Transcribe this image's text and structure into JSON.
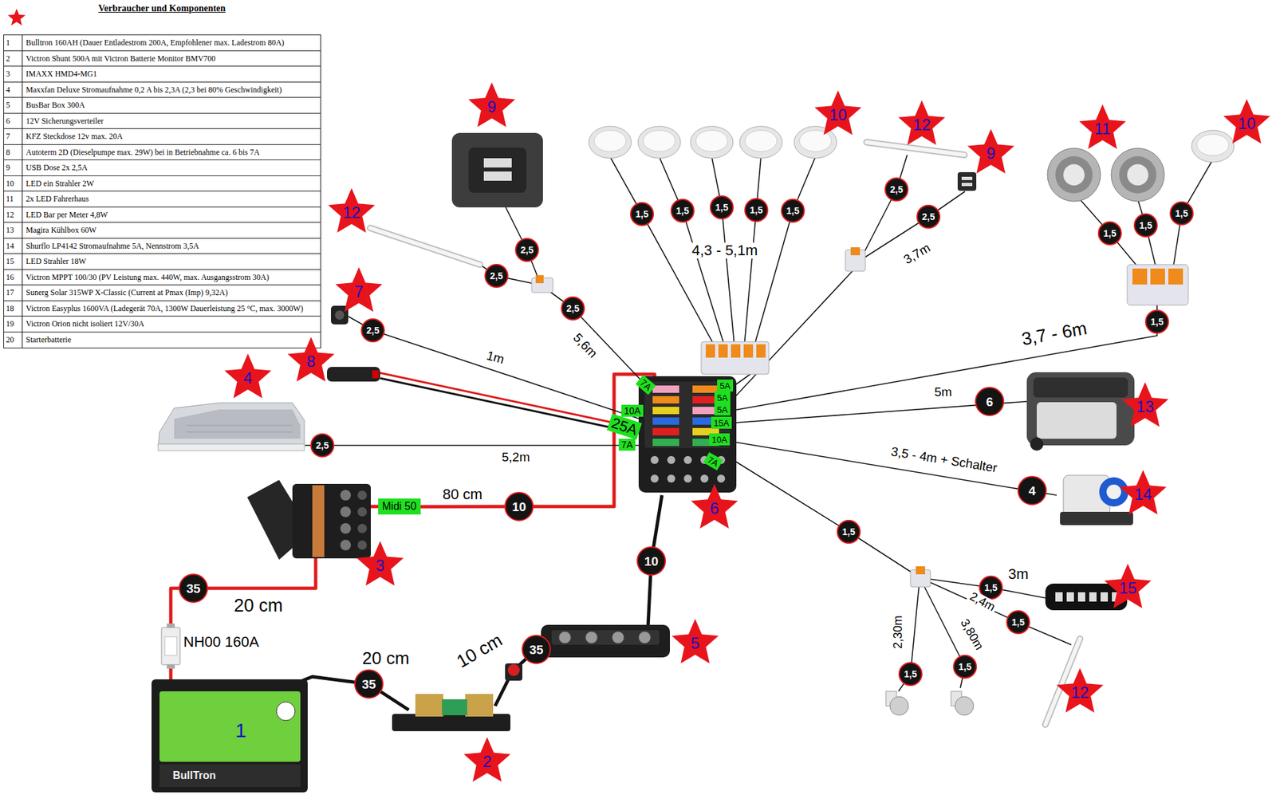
{
  "diagram": {
    "title": "Verbraucher und Komponenten",
    "nodes": [
      {
        "text": [
          "9"
        ]
      },
      {
        "text": [
          "10"
        ]
      },
      {
        "text": [
          "12"
        ]
      },
      {
        "text": [
          "11"
        ]
      },
      {
        "text": [
          "10"
        ]
      },
      {
        "text": [
          "9"
        ]
      },
      {
        "text": [
          "12"
        ]
      },
      {
        "text": [
          "7"
        ]
      },
      {
        "text": [
          "8"
        ]
      },
      {
        "text": [
          "4"
        ]
      },
      {
        "text": [
          "13"
        ]
      },
      {
        "text": [
          "14"
        ]
      },
      {
        "text": [
          "6"
        ]
      },
      {
        "text": [
          "3"
        ]
      },
      {
        "text": [
          "15"
        ]
      },
      {
        "text": [
          "5"
        ]
      },
      {
        "text": [
          "12"
        ]
      },
      {
        "text": [
          "2"
        ]
      },
      {
        "text": [
          "2,5"
        ]
      },
      {
        "text": [
          "2,5"
        ]
      },
      {
        "text": [
          "2,5"
        ]
      },
      {
        "text": [
          "2,5"
        ]
      },
      {
        "text": [
          "2,5"
        ]
      },
      {
        "text": [
          "10"
        ]
      },
      {
        "text": [
          "35"
        ]
      },
      {
        "text": [
          "35"
        ]
      },
      {
        "text": [
          "35"
        ]
      },
      {
        "text": [
          "10"
        ]
      },
      {
        "text": [
          "1,5"
        ]
      },
      {
        "text": [
          "1,5"
        ]
      },
      {
        "text": [
          "1,5"
        ]
      },
      {
        "text": [
          "1,5"
        ]
      },
      {
        "text": [
          "1,5"
        ]
      },
      {
        "text": [
          "2,5"
        ]
      },
      {
        "text": [
          "2,5"
        ]
      },
      {
        "text": [
          "1,5"
        ]
      },
      {
        "text": [
          "1,5"
        ]
      },
      {
        "text": [
          "1,5"
        ]
      },
      {
        "text": [
          "1,5"
        ]
      },
      {
        "text": [
          "6"
        ]
      },
      {
        "text": [
          "4"
        ]
      },
      {
        "text": [
          "1,5"
        ]
      },
      {
        "text": [
          "1,5"
        ]
      },
      {
        "text": [
          "1,5"
        ]
      },
      {
        "text": [
          "1,5"
        ]
      },
      {
        "text": [
          "1,5"
        ]
      },
      {
        "text": [
          "7A"
        ]
      },
      {
        "text": [
          "10A"
        ]
      },
      {
        "text": [
          "25A"
        ]
      },
      {
        "text": [
          "7A"
        ]
      },
      {
        "text": [
          "5A"
        ]
      },
      {
        "text": [
          "5A"
        ]
      },
      {
        "text": [
          "5A"
        ]
      },
      {
        "text": [
          "15A"
        ]
      },
      {
        "text": [
          "10A"
        ]
      },
      {
        "text": [
          "7A"
        ]
      },
      {
        "text": [
          "Midi 50"
        ]
      }
    ],
    "edges": [
      {
        "from": 56,
        "to": 23,
        "arrow": "none",
        "label": "80 cm"
      }
    ],
    "labels": [
      "1",
      "Bulltron 160AH (Dauer Entladestrom 200A, Empfohlener max. Ladestrom 80A)",
      "2",
      "Victron Shunt 500A mit Victron Batterie Monitor BMV700",
      "3",
      "IMAXX HMD4-MG1",
      "4",
      "Maxxfan Deluxe Stromaufnahme 0,2 A bis 2,3A (2,3 bei 80% Geschwindigkeit)",
      "5",
      "BusBar Box 300A",
      "6",
      "12V Sicherungsverteiler",
      "7",
      "KFZ Steckdose 12v max. 20A",
      "8",
      "Autoterm 2D (Dieselpumpe max. 29W) bei in Betriebnahme ca. 6 bis 7A",
      "9",
      "USB Dose 2x 2,5A",
      "10",
      "LED ein Strahler 2W",
      "11",
      "2x LED Fahrerhaus",
      "12",
      "LED Bar per Meter 4,8W",
      "13",
      "Magira Kühlbox 60W",
      "14",
      "Shurflo LP4142 Stromaufnahme 5A, Nennstrom 3,5A",
      "15",
      "LED Strahler 18W",
      "16",
      "Victron MPPT 100/30 (PV Leistung max. 440W, max. Ausgangsstrom 30A)",
      "17",
      "Sunerg Solar 315WP X-Classic (Current at Pmax (Imp) 9,32A)",
      "18",
      "Victron Easyplus 1600VA (Ladegerät 70A, 1300W Dauerleistung 25 °C, max. 3000W)",
      "19",
      "Victron Orion nicht isoliert 12V/30A",
      "20",
      "Starterbatterie",
      "4,3 - 5,1m",
      "3,7m",
      "5,6m",
      "1m",
      "3,7 - 6m",
      "5m",
      "5,2m",
      "3,5 - 4m + Schalter",
      "3m",
      "2,4m",
      "2,30m",
      "3,80m",
      "20 cm",
      "NH00 160A",
      "20 cm",
      "10 cm",
      "1",
      "BullTron"
    ]
  }
}
